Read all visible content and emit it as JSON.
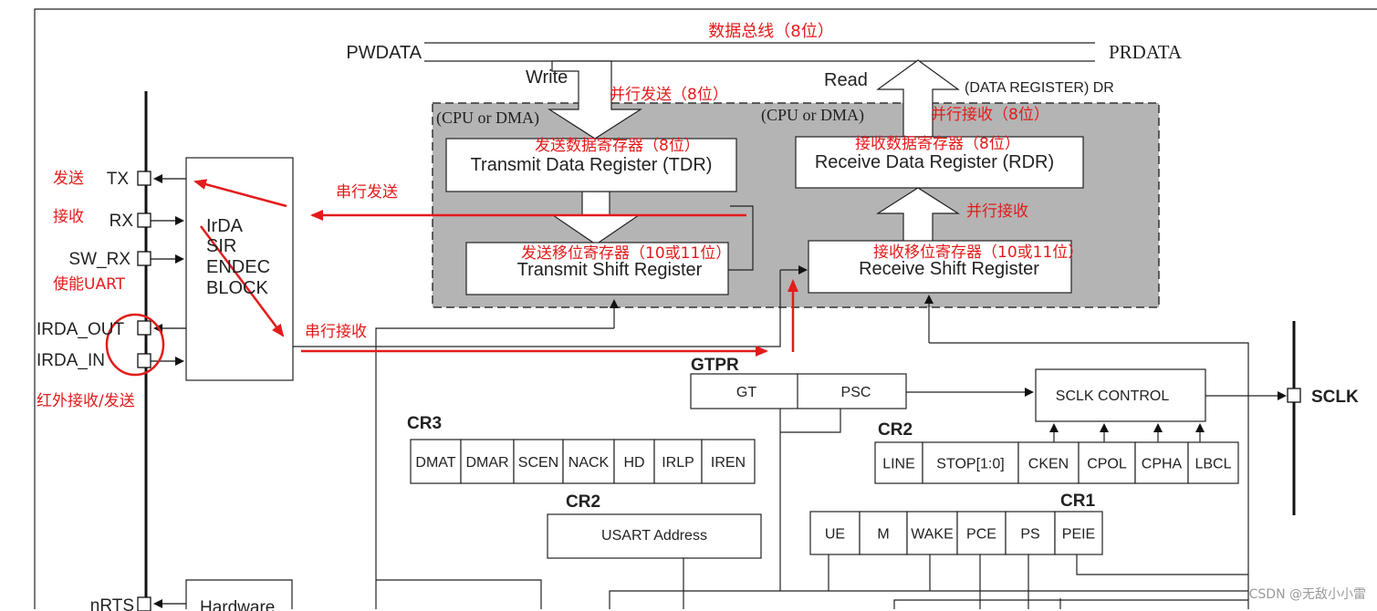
{
  "bus": {
    "data_bus_note": "数据总线（8位）",
    "pwdata": "PWDATA",
    "prdata": "PRDATA",
    "write": "Write",
    "read": "Read",
    "data_register": "(DATA REGISTER) DR",
    "cpu_dma_left": "(CPU or DMA)",
    "cpu_dma_right": "(CPU or DMA)"
  },
  "registers": {
    "tdr": "Transmit Data Register (TDR)",
    "rdr": "Receive Data Register (RDR)",
    "tsr": "Transmit Shift Register",
    "rsr": "Receive Shift Register"
  },
  "pins": {
    "tx": "TX",
    "rx": "RX",
    "sw_rx": "SW_RX",
    "irda_out": "IRDA_OUT",
    "irda_in": "IRDA_IN",
    "nrts": "nRTS",
    "sclk": "SCLK"
  },
  "irda_block": {
    "l1": "IrDA",
    "l2": "SIR",
    "l3": "ENDEC",
    "l4": "BLOCK"
  },
  "hardware_label": "Hardware",
  "gtpr": {
    "title": "GTPR",
    "gt": "GT",
    "psc": "PSC"
  },
  "sclk_control": "SCLK CONTROL",
  "cr3": {
    "title": "CR3",
    "bits": [
      "DMAT",
      "DMAR",
      "SCEN",
      "NACK",
      "HD",
      "IRLP",
      "IREN"
    ]
  },
  "cr2_top": {
    "title": "CR2",
    "bits": [
      "LINE",
      "STOP[1:0]",
      "CKEN",
      "CPOL",
      "CPHA",
      "LBCL"
    ]
  },
  "cr2_addr": {
    "title": "CR2",
    "field": "USART Address"
  },
  "cr1": {
    "title": "CR1",
    "bits": [
      "UE",
      "M",
      "WAKE",
      "PCE",
      "PS",
      "PEIE"
    ]
  },
  "annotations": {
    "parallel_send": "并行发送（8位）",
    "parallel_recv_top": "并行接收（8位）",
    "tdr_cn": "发送数据寄存器（8位）",
    "rdr_cn": "接收数据寄存器（8位）",
    "parallel_recv_mid": "并行接收",
    "tsr_cn": "发送移位寄存器（10或11位）",
    "rsr_cn": "接收移位寄存器（10或11位）",
    "serial_send": "串行发送",
    "serial_recv": "串行接收",
    "send": "发送",
    "recv": "接收",
    "enable_uart": "使能UART",
    "ir_recv_send": "红外接收/发送"
  },
  "watermark": "CSDN @无敌小小雷",
  "colors": {
    "annotation": "#e31b1b",
    "shaded": "#b4b4b4",
    "line": "#222222"
  }
}
